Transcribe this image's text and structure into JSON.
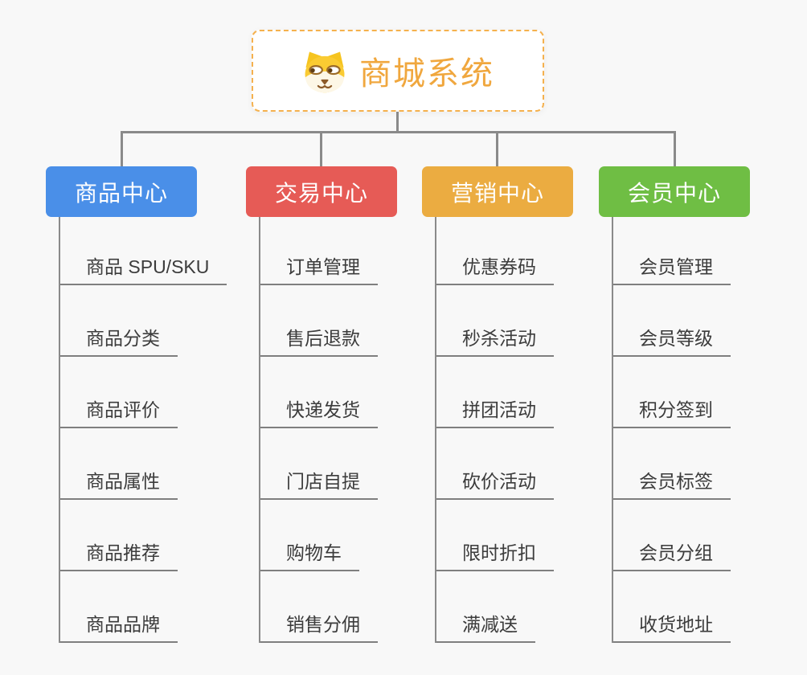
{
  "page": {
    "background": "#F8F8F8",
    "connector_color": "#8A8A8A"
  },
  "root": {
    "title": "商城系统",
    "icon": "dog-face-icon",
    "text_color": "#F0A73E",
    "border_color": "#F5B14E"
  },
  "branches": [
    {
      "label": "商品中心",
      "color": "#4A8FE8",
      "children": [
        "商品 SPU/SKU",
        "商品分类",
        "商品评价",
        "商品属性",
        "商品推荐",
        "商品品牌"
      ]
    },
    {
      "label": "交易中心",
      "color": "#E65B56",
      "children": [
        "订单管理",
        "售后退款",
        "快递发货",
        "门店自提",
        "购物车",
        "销售分佣"
      ]
    },
    {
      "label": "营销中心",
      "color": "#EBAC41",
      "children": [
        "优惠券码",
        "秒杀活动",
        "拼团活动",
        "砍价活动",
        "限时折扣",
        "满减送"
      ]
    },
    {
      "label": "会员中心",
      "color": "#6FBE44",
      "children": [
        "会员管理",
        "会员等级",
        "积分签到",
        "会员标签",
        "会员分组",
        "收货地址"
      ]
    }
  ]
}
